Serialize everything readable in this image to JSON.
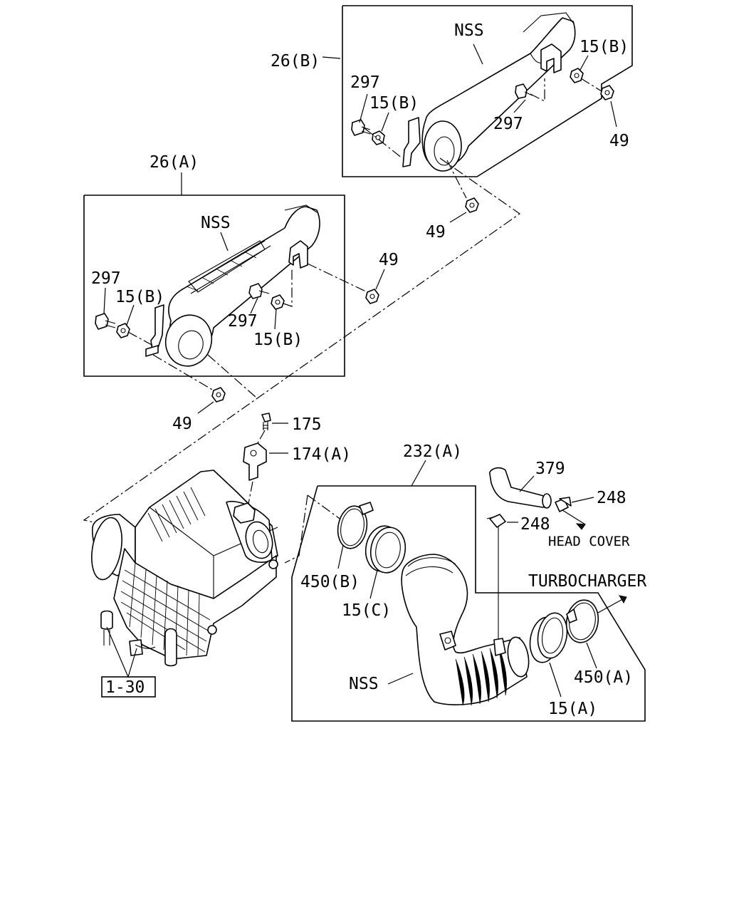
{
  "labels": {
    "box_b_title": "26(B)",
    "box_b_nss": "NSS",
    "box_b_297_top": "297",
    "box_b_15b_left": "15(B)",
    "box_b_15b_right": "15(B)",
    "box_b_297_right": "297",
    "box_b_49_right": "49",
    "box_b_49_bottom": "49",
    "box_a_title": "26(A)",
    "box_a_nss": "NSS",
    "box_a_297_left": "297",
    "box_a_15b_left": "15(B)",
    "box_a_297_mid": "297",
    "box_a_15b_mid": "15(B)",
    "box_a_49_right": "49",
    "box_a_49_bottom": "49",
    "bolt_175": "175",
    "bracket_174a": "174(A)",
    "hose_232a": "232(A)",
    "hose_379": "379",
    "clamp_248_right": "248",
    "clamp_248_mid": "248",
    "head_cover": "HEAD COVER",
    "turbocharger": "TURBOCHARGER",
    "clamp_450b": "450(B)",
    "clamp_15c": "15(C)",
    "hose_nss": "NSS",
    "clamp_450a": "450(A)",
    "clamp_15a": "15(A)",
    "ref_1_30": "1-30"
  }
}
